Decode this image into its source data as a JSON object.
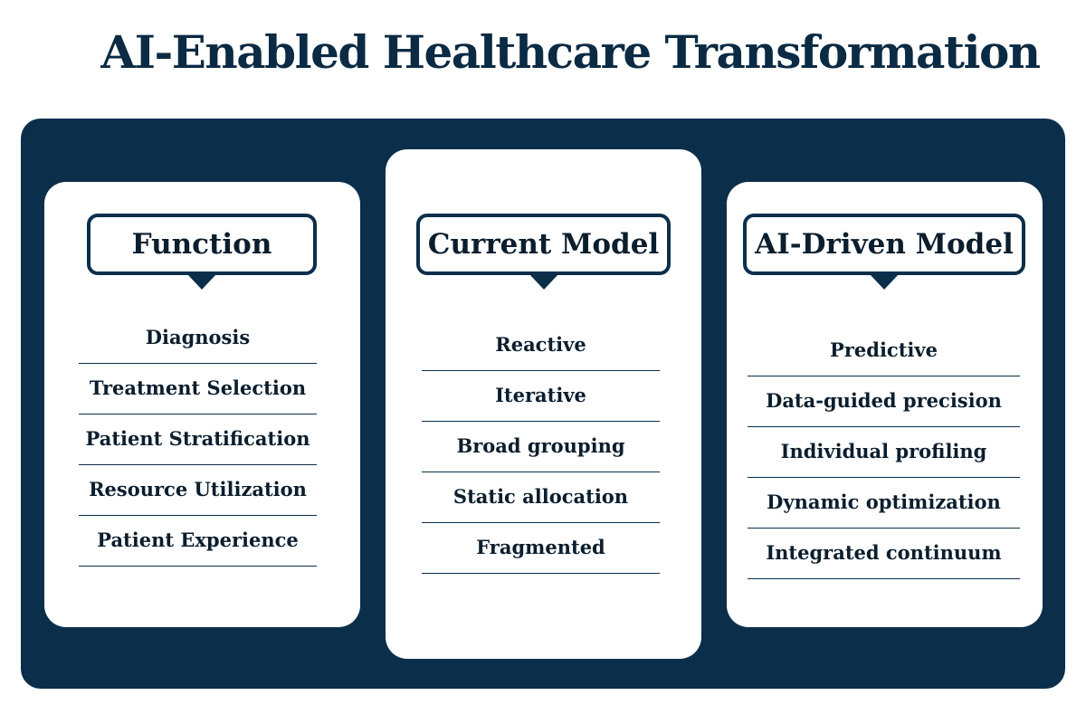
{
  "title": "AI-Enabled Healthcare Transformation",
  "columns": [
    {
      "header": "Function",
      "items": [
        "Diagnosis",
        "Treatment Selection",
        "Patient Stratification",
        "Resource Utilization",
        "Patient Experience"
      ]
    },
    {
      "header": "Current Model",
      "items": [
        "Reactive",
        "Iterative",
        "Broad grouping",
        "Static allocation",
        "Fragmented"
      ]
    },
    {
      "header": "AI-Driven Model",
      "items": [
        "Predictive",
        "Data-guided precision",
        "Individual profiling",
        "Dynamic optimization",
        "Integrated continuum"
      ]
    }
  ],
  "colors": {
    "panel": "#0b2f4b",
    "title": "#0b2a43",
    "card": "#ffffff",
    "text": "#0b1e2e"
  }
}
